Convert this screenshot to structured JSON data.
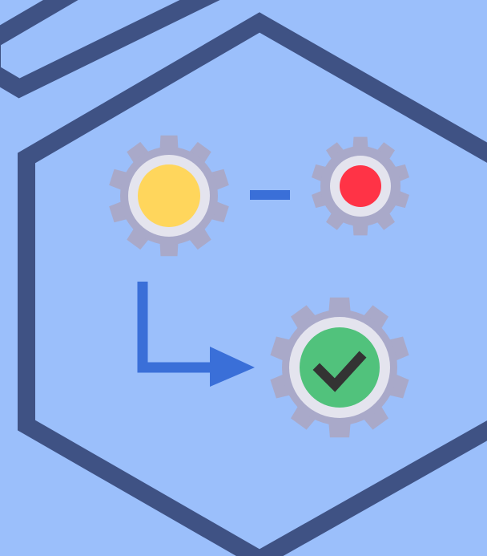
{
  "colors": {
    "background": "#9bbffb",
    "hexagon_stroke": "#3f5284",
    "gear": "#a9a9c9",
    "ring": "#e4e4ee",
    "gear_yellow_center": "#ffd65c",
    "gear_red_center": "#ff3346",
    "gear_green_center": "#51c27c",
    "connector": "#3a6fd8",
    "checkmark": "#333333"
  },
  "icons": {
    "background_hexagon": "hexagon-outline",
    "main_hexagon": "hexagon-outline",
    "gear_pending": "gear-icon",
    "gear_error": "gear-icon",
    "gear_success": "gear-check-icon",
    "link": "dash-connector",
    "flow": "elbow-arrow-icon"
  },
  "status": {
    "pending": "yellow",
    "error": "red",
    "success": "green-check"
  }
}
